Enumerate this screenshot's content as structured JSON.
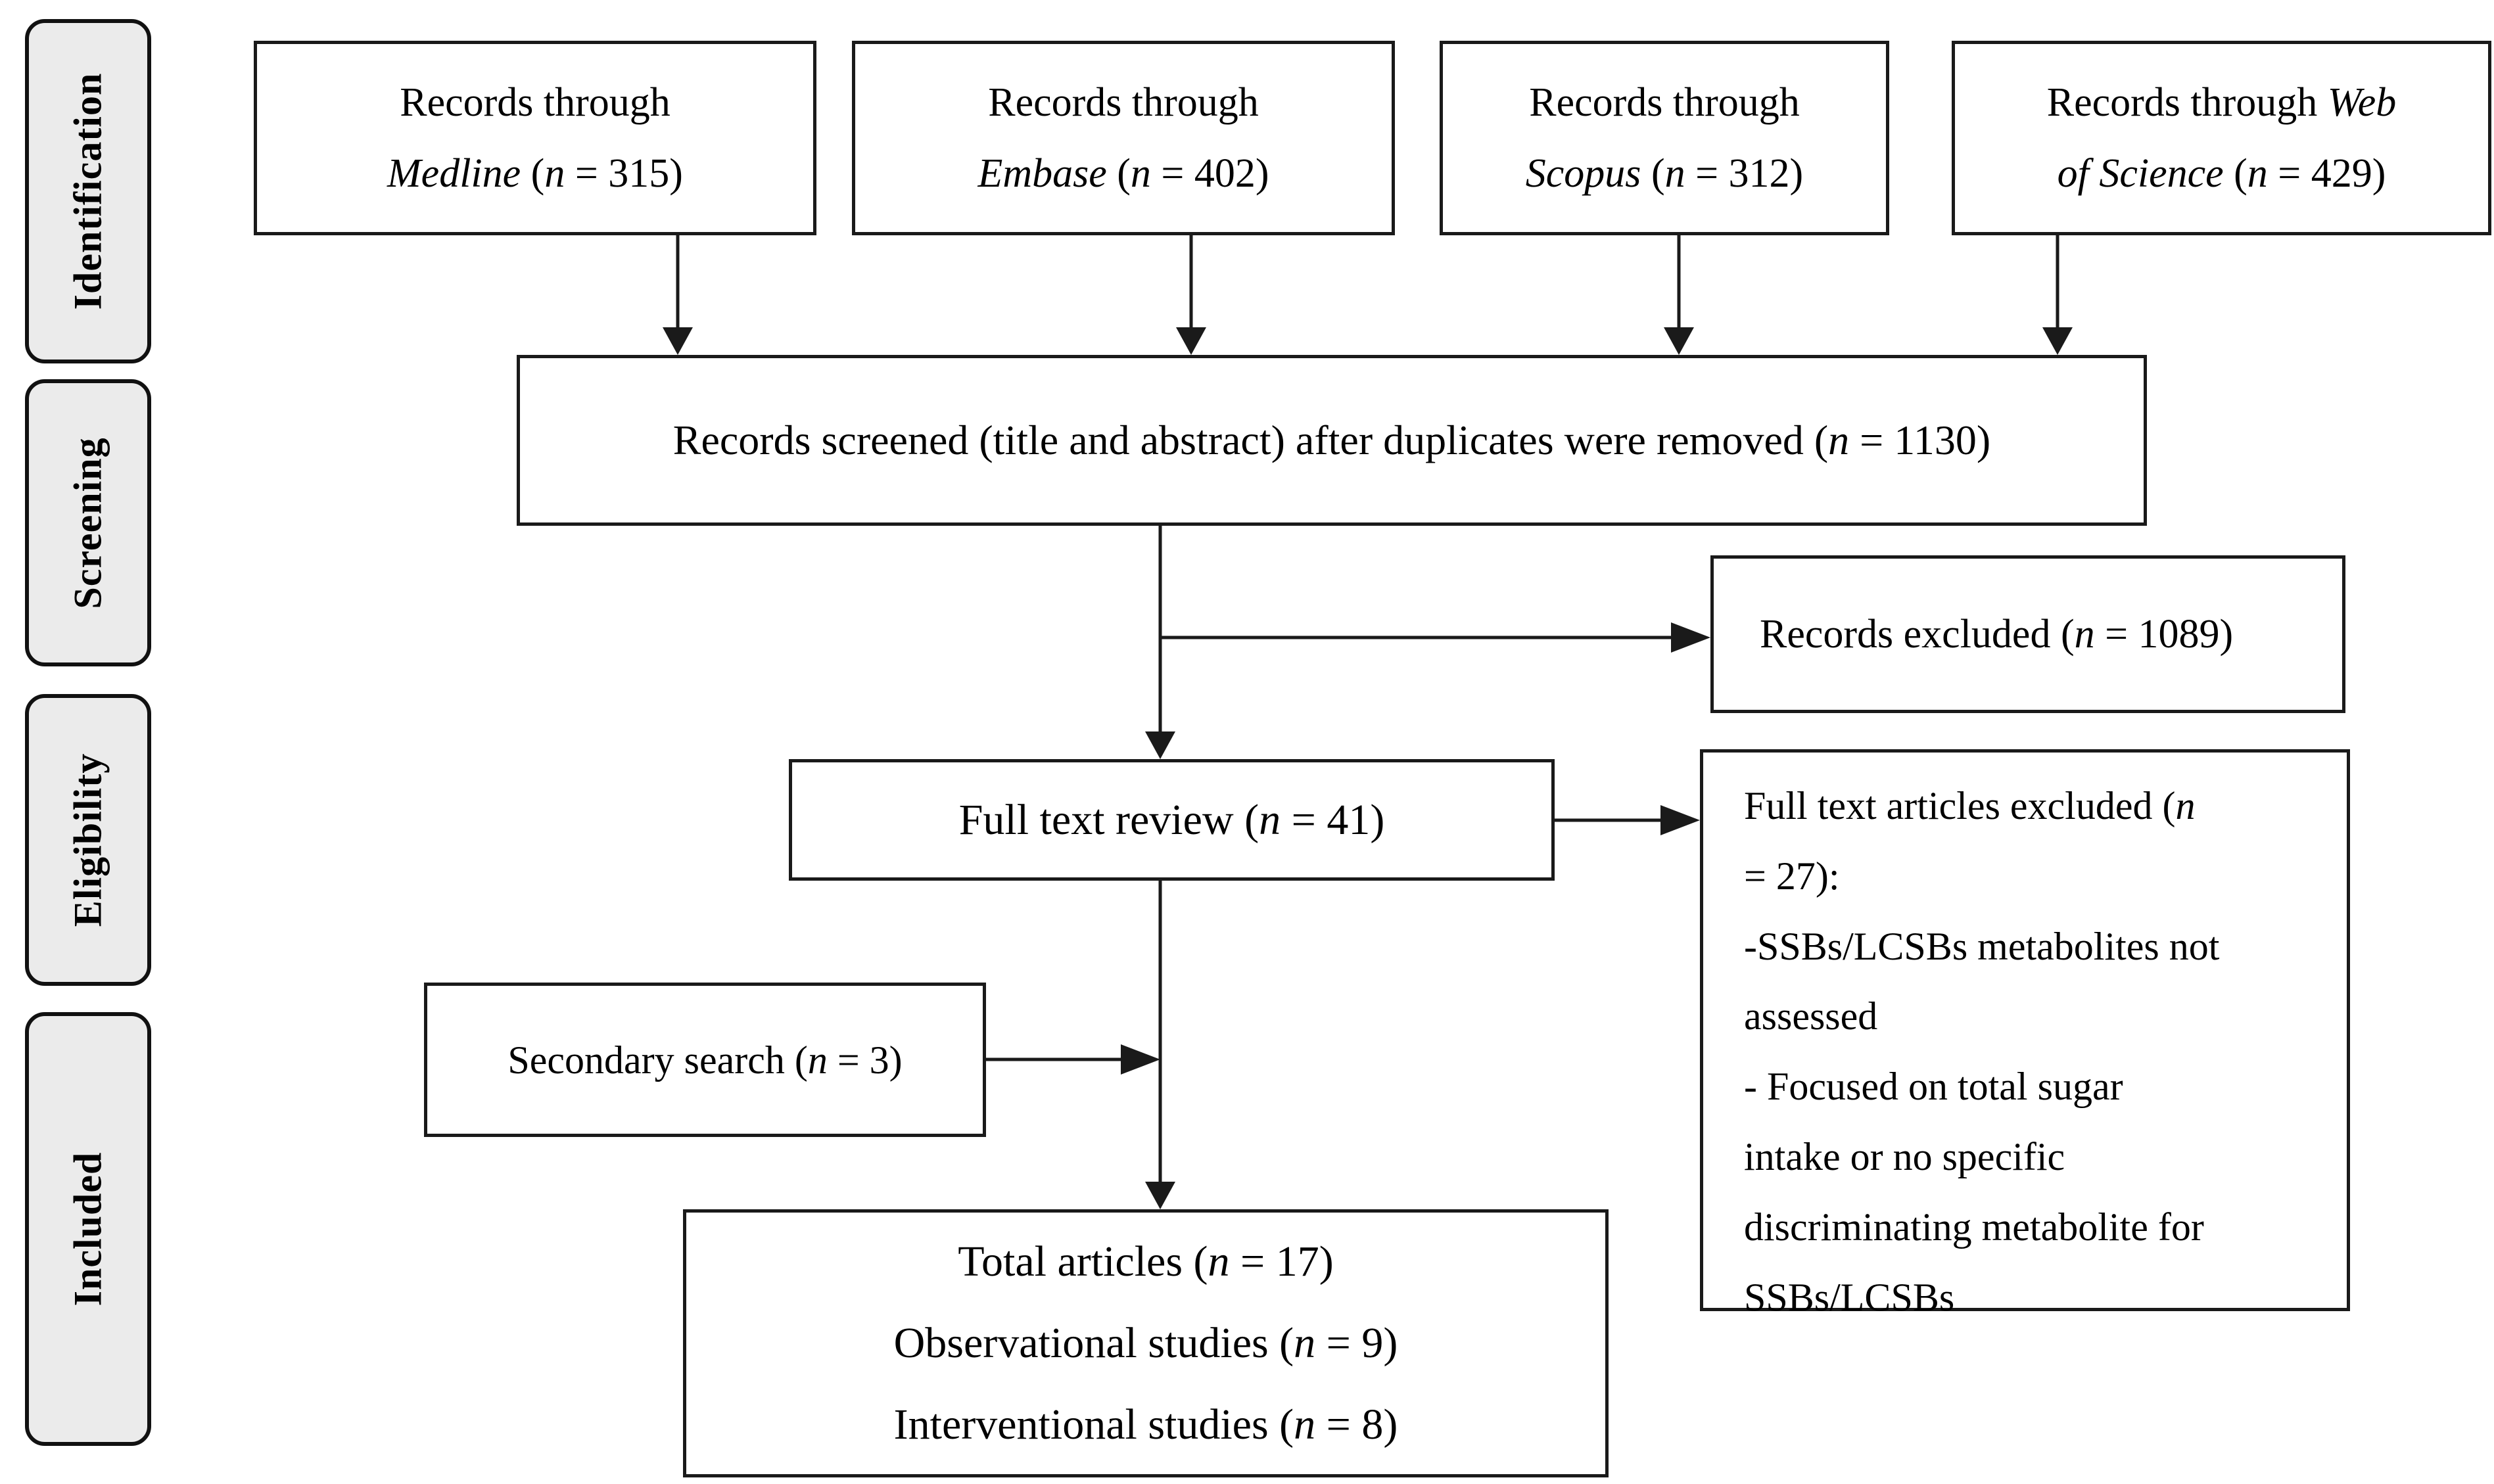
{
  "diagram": {
    "stages": [
      {
        "label": "Identification"
      },
      {
        "label": "Screening"
      },
      {
        "label": "Eligibility"
      },
      {
        "label": "Included"
      }
    ],
    "boxes": {
      "medline": {
        "text": "Records through\n*Medline* (*n* = 315)"
      },
      "embase": {
        "text": "Records through\n*Embase* (*n* = 402)"
      },
      "scopus": {
        "text": "Records through\n*Scopus* (*n* = 312)"
      },
      "web_of_science": {
        "text": "Records through *Web\nof Science* (*n* = 429)"
      },
      "screened": {
        "text": "Records screened (title and abstract) after duplicates were removed (*n* = 1130)"
      },
      "records_excluded": {
        "text": "Records excluded (*n* = 1089)"
      },
      "full_text_review": {
        "text": "Full text review (*n* = 41)"
      },
      "full_text_excluded": {
        "text": "Full text articles excluded (*n*\n= 27):\n-SSBs/LCSBs metabolites not\nassessed\n- Focused on total sugar\nintake or no specific\ndiscriminating metabolite for\nSSBs/LCSBs"
      },
      "secondary_search": {
        "text": "Secondary search (*n* = 3)"
      },
      "total_articles": {
        "text": "Total articles (*n* = 17)\nObservational studies (*n* = 9)\nInterventional studies (*n* = 8)"
      }
    },
    "colors": {
      "line": "#1a1a1a",
      "stage_fill": "#ebebeb",
      "background": "#ffffff",
      "text": "#000000"
    }
  }
}
